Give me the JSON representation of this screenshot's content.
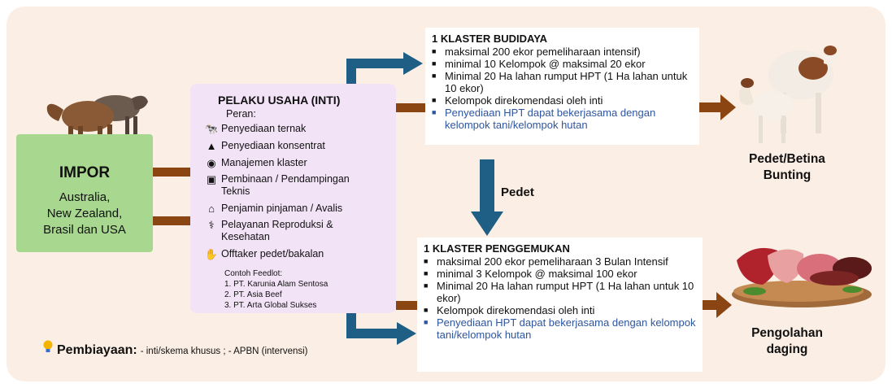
{
  "impor": {
    "title": "IMPOR",
    "countries": [
      "Australia,",
      "New Zealand,",
      "Brasil dan USA"
    ]
  },
  "inti": {
    "title": "PELAKU USAHA (INTI)",
    "peran_label": "Peran:",
    "roles": [
      {
        "icon": "cattle-icon",
        "text": "Penyediaan ternak"
      },
      {
        "icon": "feed-sack-icon",
        "text": "Penyediaan konsentrat"
      },
      {
        "icon": "group-icon",
        "text": "Manajemen klaster"
      },
      {
        "icon": "teaching-icon",
        "text": "Pembinaan / Pendampingan Teknis"
      },
      {
        "icon": "bank-icon",
        "text": "Penjamin pinjaman / Avalis"
      },
      {
        "icon": "stethoscope-icon",
        "text": "Pelayanan Reproduksi & Kesehatan"
      },
      {
        "icon": "hand-money-icon",
        "text": "Offtaker pedet/bakalan"
      }
    ],
    "contoh_title": "Contoh Feedlot:",
    "contoh": [
      "1. PT. Karunia Alam Sentosa",
      "2. PT. Asia Beef",
      "3. PT. Arta Global Sukses"
    ]
  },
  "budidaya": {
    "title": "1 KLASTER BUDIDAYA",
    "items": [
      "maksimal 200 ekor pemeliharaan intensif)",
      "minimal 10 Kelompok @ maksimal 20 ekor",
      "Minimal 20 Ha lahan rumput HPT (1 Ha lahan untuk  10 ekor)",
      "Kelompok direkomendasi oleh inti"
    ],
    "highlight": "Penyediaan HPT dapat bekerjasama dengan kelompok tani/kelompok hutan"
  },
  "penggemukan": {
    "title": "1 KLASTER PENGGEMUKAN",
    "items": [
      "maksimal 200 ekor pemeliharaan 3 Bulan Intensif",
      "minimal  3 Kelompok @ maksimal 100 ekor",
      "Minimal 20 Ha lahan rumput HPT (1 Ha lahan untuk  10 ekor)",
      "Kelompok direkomendasi oleh inti"
    ],
    "highlight": "Penyediaan HPT dapat bekerjasama dengan kelompok tani/kelompok hutan"
  },
  "pedet_label": "Pedet",
  "output_budidaya": [
    "Pedet/Betina",
    "Bunting"
  ],
  "output_penggemukan": [
    "Pengolahan",
    "daging"
  ],
  "pembiayaan": {
    "label": "Pembiayaan:",
    "text": "- inti/skema khusus ; - APBN (intervensi)"
  },
  "colors": {
    "panel": "#fbeee4",
    "impor_fill": "#a8d88f",
    "inti_fill": "#f3e3f7",
    "arrow_brown": "#8b4513",
    "arrow_blue": "#1f5f86",
    "highlight_text": "#2d55a0"
  }
}
